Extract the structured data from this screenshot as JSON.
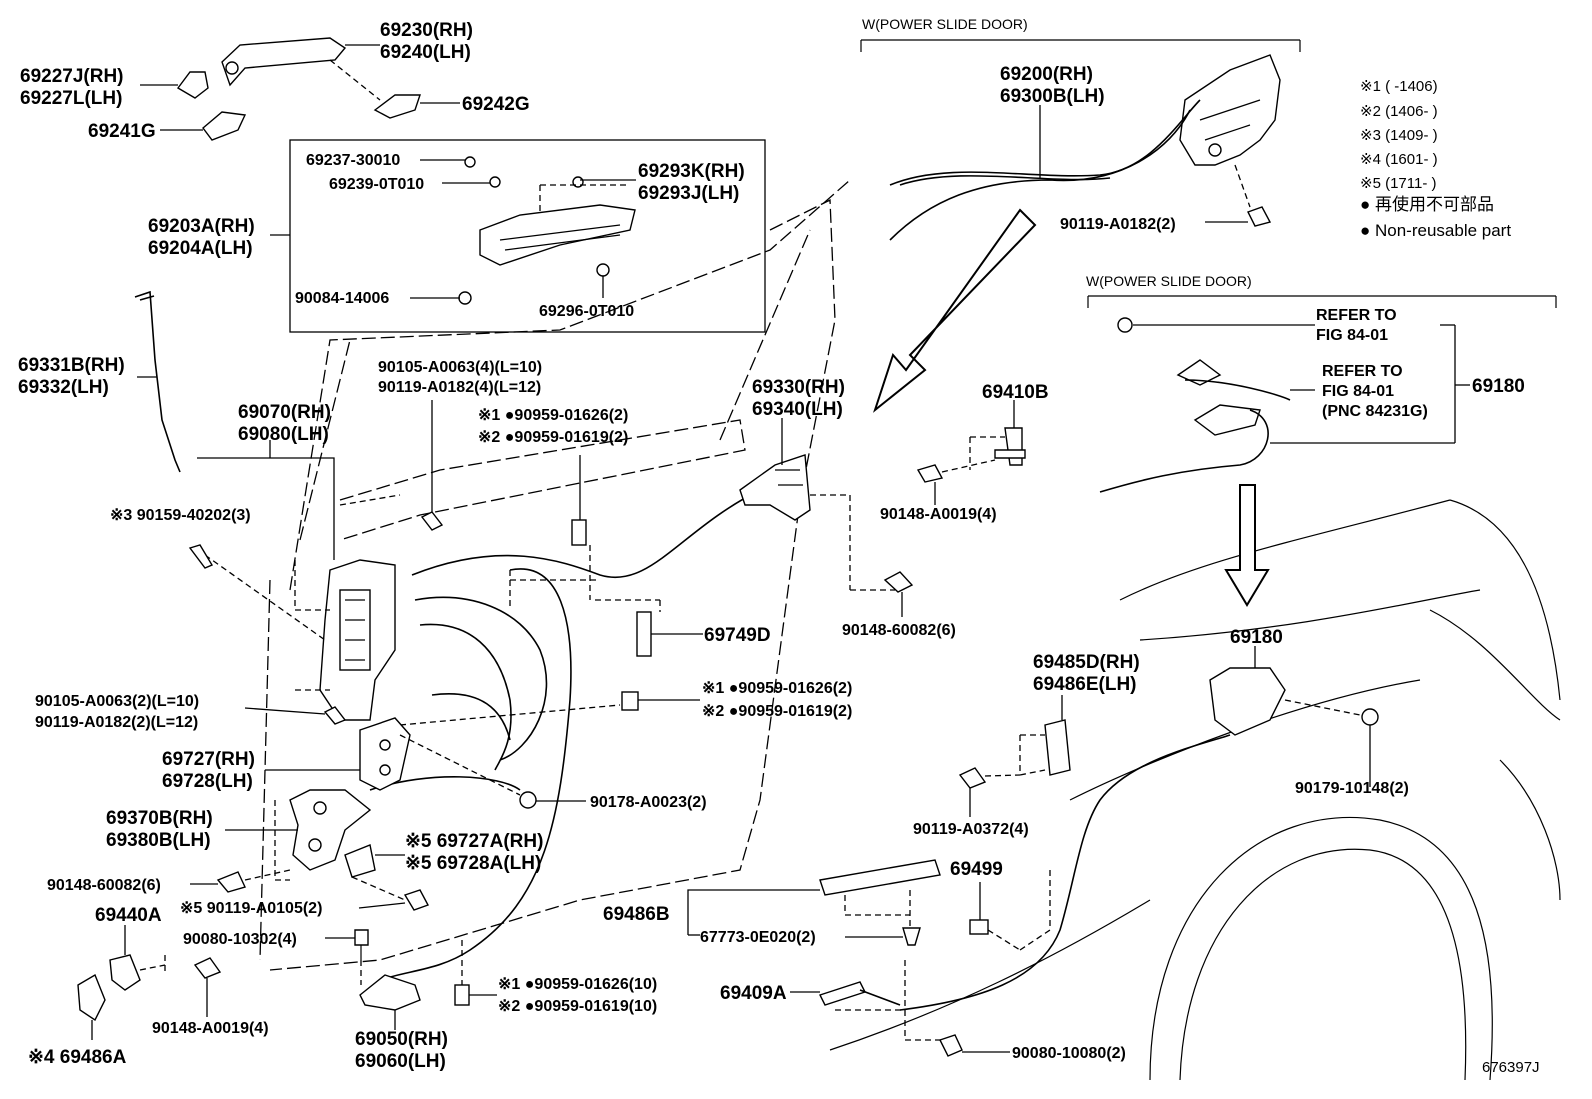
{
  "diagram": {
    "figure_id": "676397J",
    "section_headers": [
      {
        "key": "power_slide_1",
        "text": "W(POWER SLIDE DOOR)"
      },
      {
        "key": "power_slide_2",
        "text": "W(POWER SLIDE DOOR)"
      }
    ],
    "legend": [
      "※1 (    -1406)",
      "※2 (1406-    )",
      "※3 (1409-    )",
      "※4 (1601-    )",
      "※5 (1711-    )",
      "● 再使用不可部品",
      "● Non-reusable part"
    ],
    "labels": {
      "p69230": "69230(RH)",
      "p69240": "69240(LH)",
      "p69227J": "69227J(RH)",
      "p69227L": "69227L(LH)",
      "p69242G": "69242G",
      "p69241G": "69241G",
      "p69237": "69237-30010",
      "p69239": "69239-0T010",
      "p69293K": "69293K(RH)",
      "p69293J": "69293J(LH)",
      "p69203A": "69203A(RH)",
      "p69204A": "69204A(LH)",
      "p90084": "90084-14006",
      "p69296": "69296-0T010",
      "p69331B": "69331B(RH)",
      "p69332": "69332(LH)",
      "p90105a": "90105-A0063(4)(L=10)",
      "p90119a": "90119-A0182(4)(L=12)",
      "p69070": "69070(RH)",
      "p69080": "69080(LH)",
      "p90959a1": "※1 ●90959-01626(2)",
      "p90959a2": "※2 ●90959-01619(2)",
      "p90159": "※3 90159-40202(3)",
      "p69330": "69330(RH)",
      "p69340": "69340(LH)",
      "p69410B": "69410B",
      "p90148a": "90148-A0019(4)",
      "p69749D": "69749D",
      "p90148b": "90148-60082(6)",
      "p90959b1": "※1 ●90959-01626(2)",
      "p90959b2": "※2 ●90959-01619(2)",
      "p90105b": "90105-A0063(2)(L=10)",
      "p90119b": "90119-A0182(2)(L=12)",
      "p69727": "69727(RH)",
      "p69728": "69728(LH)",
      "p90178": "90178-A0023(2)",
      "p69370B": "69370B(RH)",
      "p69380B": "69380B(LH)",
      "p69727A": "※5 69727A(RH)",
      "p69728A": "※5 69728A(LH)",
      "p90148c": "90148-60082(6)",
      "p90119c": "※5 90119-A0105(2)",
      "p69440A": "69440A",
      "p90080a": "90080-10302(4)",
      "p90148d": "90148-A0019(4)",
      "p69486A": "※4 69486A",
      "p69050": "69050(RH)",
      "p69060": "69060(LH)",
      "p90959c1": "※1 ●90959-01626(10)",
      "p90959c2": "※2 ●90959-01619(10)",
      "p69200": "69200(RH)",
      "p69300B": "69300B(LH)",
      "p90119d": "90119-A0182(2)",
      "refer1a": "REFER TO",
      "refer1b": "FIG 84-01",
      "refer2a": "REFER TO",
      "refer2b": "FIG 84-01",
      "refer2c": "(PNC 84231G)",
      "p69180a": "69180",
      "p69180b": "69180",
      "p69485D": "69485D(RH)",
      "p69486E": "69486E(LH)",
      "p90179": "90179-10148(2)",
      "p90119e": "90119-A0372(4)",
      "p69499": "69499",
      "p69486B": "69486B",
      "p67773": "67773-0E020(2)",
      "p69409A": "69409A",
      "p90080b": "90080-10080(2)"
    }
  }
}
